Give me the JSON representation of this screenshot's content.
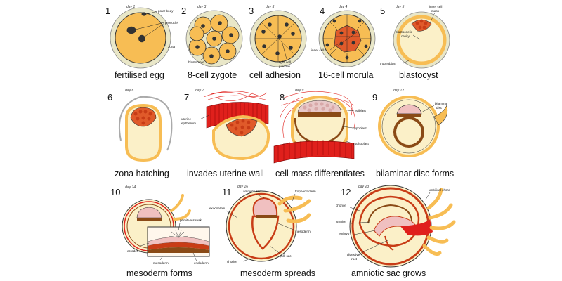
{
  "colors": {
    "cytoplasm": "#f7bd54",
    "cell_pale": "#faebc4",
    "zona": "#e9e7c8",
    "nucleus": "#333333",
    "inner_cell": "#e05a2a",
    "uterine": "#e0201c",
    "ectoderm": "#f0c0c0",
    "yolk": "#8a4a16",
    "trophoblast": "#f5c250"
  },
  "stages": [
    {
      "num": "1",
      "day": "day 1",
      "caption": "fertilised egg",
      "labels": {
        "polar_body": "polar body",
        "pronuclei": "pronuclei",
        "zona": "zona"
      }
    },
    {
      "num": "2",
      "day": "day 3",
      "caption": "8-cell zygote",
      "labels": {
        "blastomere": "blastomere"
      }
    },
    {
      "num": "3",
      "day": "day 3",
      "caption": "cell adhesion",
      "labels": {
        "tight_cell_1": "tight cell",
        "tight_cell_2": "junction"
      }
    },
    {
      "num": "4",
      "day": "day 4",
      "caption": "16-cell morula",
      "labels": {
        "inner_cell": "inner cell"
      }
    },
    {
      "num": "5",
      "day": "day 5",
      "caption": "blastocyst",
      "labels": {
        "inner_mass_1": "inner cell",
        "inner_mass_2": "mass",
        "cavity_1": "blastocoelic",
        "cavity_2": "cavity",
        "trophoblast": "trophoblast"
      }
    },
    {
      "num": "6",
      "day": "day 6",
      "caption": "zona hatching",
      "labels": {}
    },
    {
      "num": "7",
      "day": "day 7",
      "caption": "invades uterine wall",
      "labels": {
        "uterine_1": "uterine",
        "uterine_2": "epithelium"
      }
    },
    {
      "num": "8",
      "day": "day 9",
      "caption": "cell mass differentiates",
      "labels": {
        "epiblast": "epiblast",
        "hypoblast": "hypoblast",
        "trophoblast": "trophoblast"
      }
    },
    {
      "num": "9",
      "day": "day 12",
      "caption": "bilaminar disc forms",
      "labels": {
        "bilaminar_1": "bilaminar",
        "bilaminar_2": "disc"
      }
    },
    {
      "num": "10",
      "day": "day 14",
      "caption": "mesoderm forms",
      "labels": {
        "primitive_streak": "primitive streak",
        "ectoderm": "ectoderm",
        "mesoderm": "mesoderm",
        "endoderm": "endoderm"
      }
    },
    {
      "num": "11",
      "day": "day 16",
      "caption": "mesoderm spreads",
      "labels": {
        "amniotic_sac": "amniotic sac",
        "trophectoderm": "trophectoderm",
        "exocoelom": "exocoelom",
        "mesoderm": "mesoderm",
        "yolk_sac": "yolk sac",
        "chorion": "chorion"
      }
    },
    {
      "num": "12",
      "day": "day 23",
      "caption": "amniotic sac grows",
      "labels": {
        "umbilical_chord": "umbilical chord",
        "chorion": "chorion",
        "amnion": "amnion",
        "embryo": "embryo",
        "digestive_1": "digestive",
        "digestive_2": "tract"
      }
    }
  ]
}
